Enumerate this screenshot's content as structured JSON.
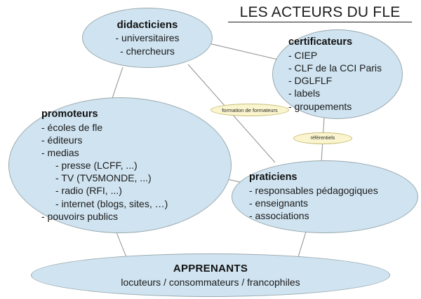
{
  "title": "LES ACTEURS DU FLE",
  "colors": {
    "node_fill": "#cfe3f0",
    "node_stroke": "#9aa9ae",
    "label_fill": "#faf5ce",
    "label_stroke": "#c8bd78",
    "connector": "#8d8d8d",
    "text": "#1b1b1b",
    "background": "#ffffff"
  },
  "nodes": {
    "didacticiens": {
      "heading": "didacticiens",
      "items": [
        "- universitaires",
        "- chercheurs"
      ]
    },
    "certificateurs": {
      "heading": "certificateurs",
      "items": [
        "- CIEP",
        "- CLF de la CCI Paris",
        "- DGLFLF",
        "- labels",
        "- groupements"
      ]
    },
    "promoteurs": {
      "heading": "promoteurs",
      "items": [
        {
          "text": "- écoles de fle",
          "level": 0
        },
        {
          "text": "- éditeurs",
          "level": 0
        },
        {
          "text": "- medias",
          "level": 0
        },
        {
          "text": "- presse (LCFF, ...)",
          "level": 1
        },
        {
          "text": "- TV (TV5MONDE, ...)",
          "level": 1
        },
        {
          "text": "- radio (RFI, ...)",
          "level": 1
        },
        {
          "text": "- internet (blogs, sites, …)",
          "level": 1
        },
        {
          "text": "- pouvoirs publics",
          "level": 0
        }
      ]
    },
    "praticiens": {
      "heading": "praticiens",
      "items": [
        "- responsables pédagogiques",
        "- enseignants",
        "- associations"
      ]
    },
    "apprenants": {
      "heading": "APPRENANTS",
      "subtitle": "locuteurs / consommateurs / francophiles"
    }
  },
  "edge_labels": {
    "formation": "formation de formateurs",
    "referentiels": "référentiels"
  }
}
